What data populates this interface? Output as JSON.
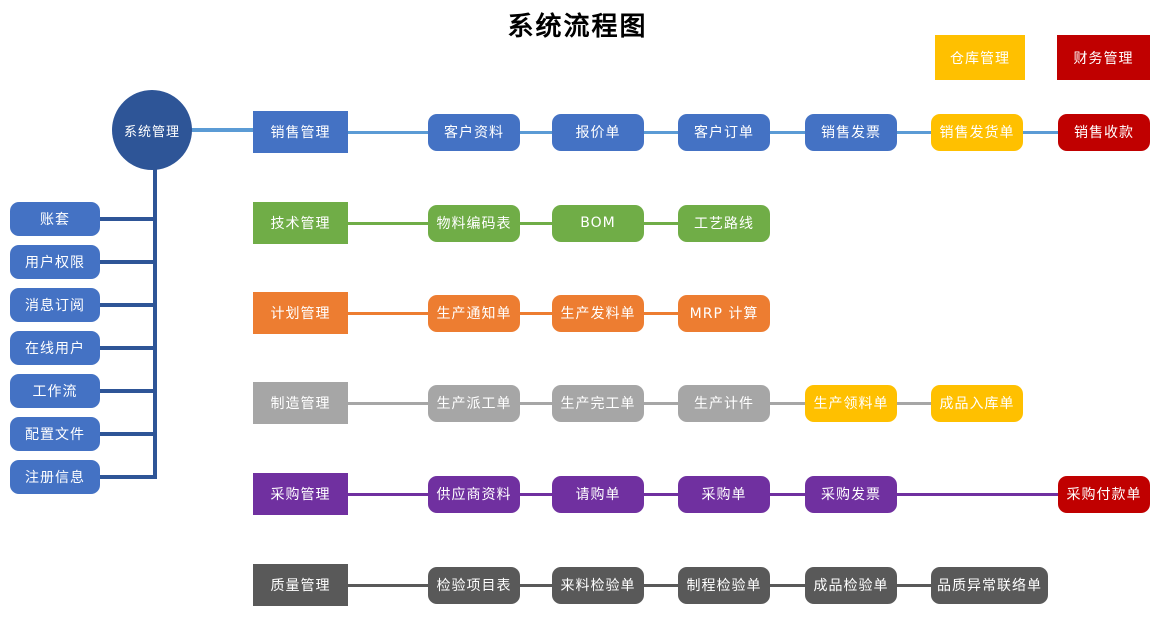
{
  "title": "系统流程图",
  "colors": {
    "blue": "#4472C4",
    "lightblue": "#5B9BD5",
    "navy": "#2E5597",
    "green": "#70AD47",
    "orange": "#ED7D31",
    "gray": "#A6A6A6",
    "darkgray": "#595959",
    "purple": "#7030A0",
    "yellow": "#FFC000",
    "red": "#C00000"
  },
  "standalone_boxes": [
    {
      "label": "仓库管理",
      "color": "yellow"
    },
    {
      "label": "财务管理",
      "color": "red"
    }
  ],
  "root": {
    "label": "系统管理",
    "color": "navy"
  },
  "sidebar": {
    "box_color": "blue",
    "line_color": "navy",
    "items": [
      {
        "label": "账套"
      },
      {
        "label": "用户权限"
      },
      {
        "label": "消息订阅"
      },
      {
        "label": "在线用户"
      },
      {
        "label": "工作流"
      },
      {
        "label": "配置文件"
      },
      {
        "label": "注册信息"
      }
    ]
  },
  "rows": [
    {
      "category": {
        "label": "销售管理",
        "color": "blue"
      },
      "line_color": "lightblue",
      "items": [
        {
          "label": "客户资料",
          "col": 0,
          "color": "blue"
        },
        {
          "label": "报价单",
          "col": 1,
          "color": "blue"
        },
        {
          "label": "客户订单",
          "col": 2,
          "color": "blue"
        },
        {
          "label": "销售发票",
          "col": 3,
          "color": "blue"
        },
        {
          "label": "销售发货单",
          "col": 4,
          "color": "yellow"
        },
        {
          "label": "销售收款",
          "col": 5,
          "color": "red"
        }
      ]
    },
    {
      "category": {
        "label": "技术管理",
        "color": "green"
      },
      "line_color": "green",
      "items": [
        {
          "label": "物料编码表",
          "col": 0,
          "color": "green"
        },
        {
          "label": "BOM",
          "col": 1,
          "color": "green"
        },
        {
          "label": "工艺路线",
          "col": 2,
          "color": "green"
        }
      ]
    },
    {
      "category": {
        "label": "计划管理",
        "color": "orange"
      },
      "line_color": "orange",
      "items": [
        {
          "label": "生产通知单",
          "col": 0,
          "color": "orange"
        },
        {
          "label": "生产发料单",
          "col": 1,
          "color": "orange"
        },
        {
          "label": "MRP 计算",
          "col": 2,
          "color": "orange"
        }
      ]
    },
    {
      "category": {
        "label": "制造管理",
        "color": "gray"
      },
      "line_color": "gray",
      "items": [
        {
          "label": "生产派工单",
          "col": 0,
          "color": "gray"
        },
        {
          "label": "生产完工单",
          "col": 1,
          "color": "gray"
        },
        {
          "label": "生产计件",
          "col": 2,
          "color": "gray"
        },
        {
          "label": "生产领料单",
          "col": 3,
          "color": "yellow"
        },
        {
          "label": "成品入库单",
          "col": 4,
          "color": "yellow"
        }
      ]
    },
    {
      "category": {
        "label": "采购管理",
        "color": "purple"
      },
      "line_color": "purple",
      "items": [
        {
          "label": "供应商资料",
          "col": 0,
          "color": "purple"
        },
        {
          "label": "请购单",
          "col": 1,
          "color": "purple"
        },
        {
          "label": "采购单",
          "col": 2,
          "color": "purple"
        },
        {
          "label": "采购发票",
          "col": 3,
          "color": "purple"
        },
        {
          "label": "采购付款单",
          "col": 5,
          "color": "red"
        }
      ]
    },
    {
      "category": {
        "label": "质量管理",
        "color": "darkgray"
      },
      "line_color": "darkgray",
      "items": [
        {
          "label": "检验项目表",
          "col": 0,
          "color": "darkgray"
        },
        {
          "label": "来料检验单",
          "col": 1,
          "color": "darkgray"
        },
        {
          "label": "制程检验单",
          "col": 2,
          "color": "darkgray"
        },
        {
          "label": "成品检验单",
          "col": 3,
          "color": "darkgray"
        },
        {
          "label": "品质异常联络单",
          "col": 4,
          "color": "darkgray",
          "w": 117
        }
      ]
    }
  ]
}
